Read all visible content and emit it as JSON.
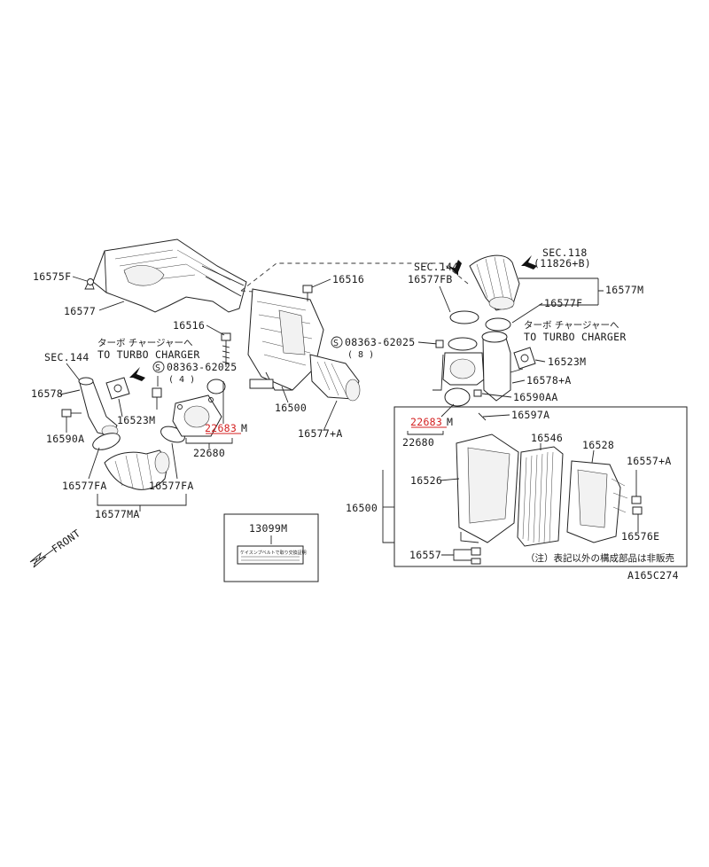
{
  "diagram": {
    "code": "A165C274",
    "note": "（注）表記以外の構成部品は非販売",
    "front_label": "FRONT",
    "label_card": {
      "part_no": "13099M",
      "card_text": "ケイスンプベルトで取り交換証明"
    },
    "left": {
      "turbo_jp": "ターボ チャージャーへ",
      "turbo_en": "TO TURBO CHARGER",
      "sec": "SEC.144",
      "screw_s": "S",
      "screw_no": "08363-62025",
      "screw_qty": "( 4 )",
      "labels": {
        "p16575F": "16575F",
        "p16577": "16577",
        "p16516": "16516",
        "p16578": "16578",
        "p16590A": "16590A",
        "p16523M": "16523M",
        "p22683_red": "22683",
        "p22683_suffix": "M",
        "p22680": "22680",
        "p16577FA_a": "16577FA",
        "p16577FA_b": "16577FA",
        "p16577MA": "16577MA"
      }
    },
    "center": {
      "p16516": "16516",
      "p16500": "16500",
      "p16577A": "16577+A"
    },
    "right": {
      "sec118": "SEC.118",
      "sec118_ref": "(11826+B)",
      "sec144": "SEC.144",
      "turbo_jp": "ターボ チャージャーへ",
      "turbo_en": "TO TURBO CHARGER",
      "screw_s": "S",
      "screw_no": "08363-62025",
      "screw_qty": "( 8 )",
      "labels": {
        "p16577FB": "16577FB",
        "p16577F": "16577F",
        "p16577M": "16577M",
        "p16523M": "16523M",
        "p16578A": "16578+A",
        "p16590AA": "16590AA",
        "p22683_red": "22683",
        "p22683_suffix": "M",
        "p22680": "22680",
        "p16597A": "16597A",
        "p16546": "16546",
        "p16528": "16528",
        "p16557A": "16557+A",
        "p16526": "16526",
        "p16500": "16500",
        "p16557": "16557",
        "p16576E": "16576E"
      }
    },
    "colors": {
      "highlight": "#d42020",
      "ink": "#1a1a1a"
    }
  }
}
